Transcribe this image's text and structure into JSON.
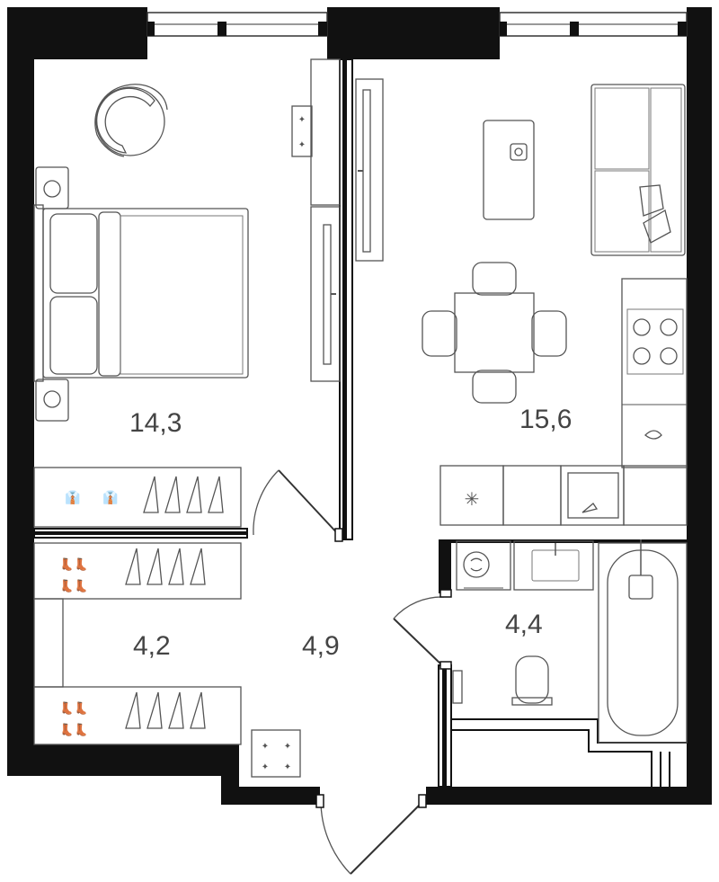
{
  "rooms": {
    "bedroom": {
      "area": "14,3"
    },
    "living_kitchen": {
      "area": "15,6"
    },
    "wardrobe": {
      "area": "4,2"
    },
    "hallway": {
      "area": "4,9"
    },
    "bathroom": {
      "area": "4,4"
    }
  },
  "colors": {
    "wall": "#111111",
    "line": "#555555",
    "background": "#ffffff"
  }
}
